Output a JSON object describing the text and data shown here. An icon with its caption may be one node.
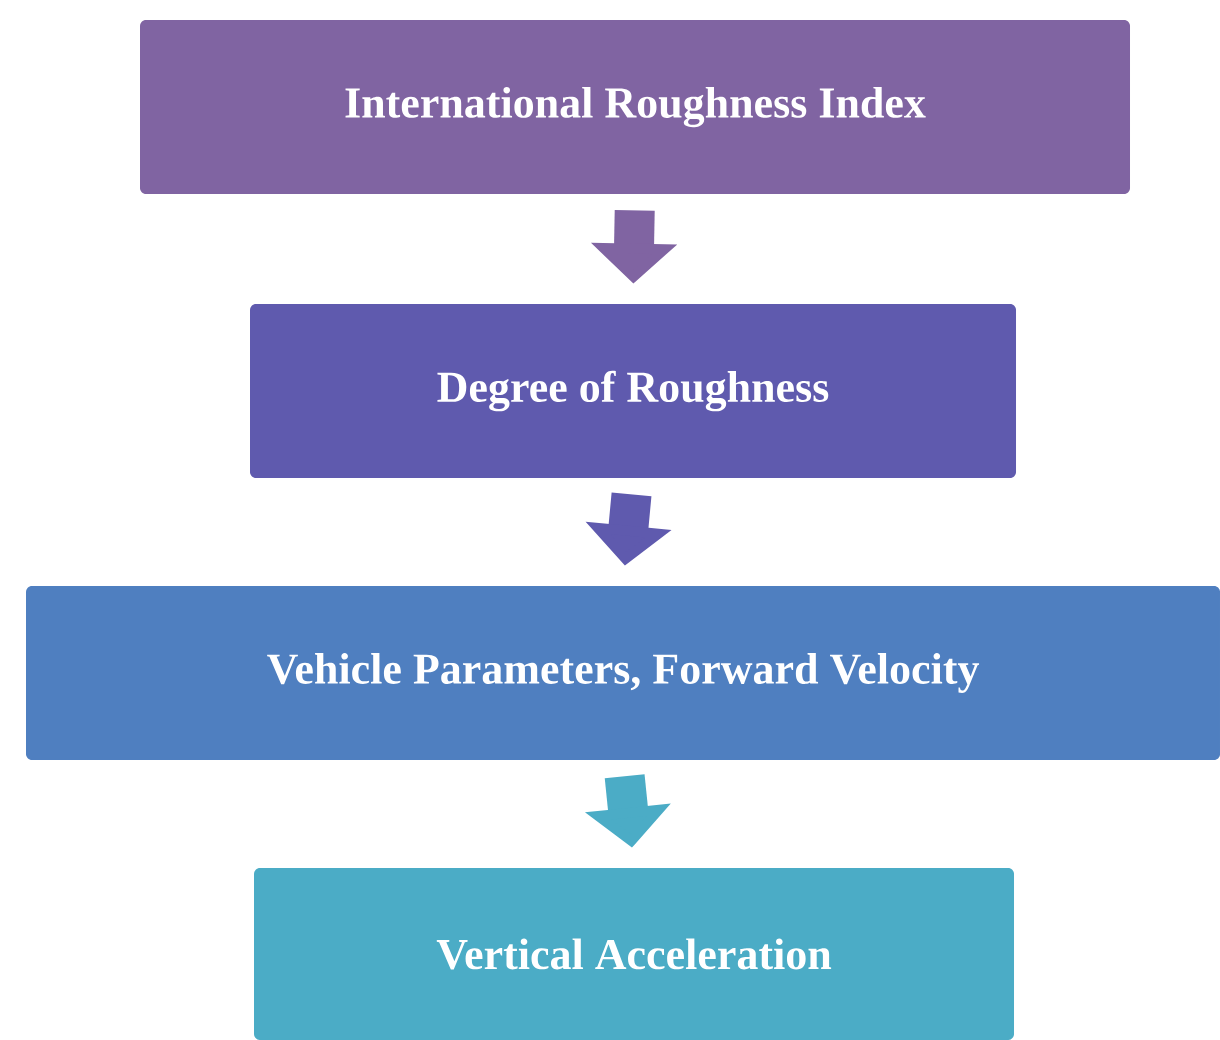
{
  "diagram": {
    "nodes": [
      {
        "text": [
          "International Roughness Index"
        ]
      },
      {
        "text": [
          "Degree of Roughness"
        ]
      },
      {
        "text": [
          "Vehicle Parameters, Forward Velocity"
        ]
      },
      {
        "text": [
          "Vertical Acceleration"
        ]
      }
    ],
    "edges": [
      {
        "from": 0,
        "to": 1,
        "arrow": "to",
        "color": "#8064a2"
      },
      {
        "from": 1,
        "to": 2,
        "arrow": "to",
        "color": "#5f5aae"
      },
      {
        "from": 2,
        "to": 3,
        "arrow": "to",
        "color": "#4bacc6"
      }
    ]
  }
}
